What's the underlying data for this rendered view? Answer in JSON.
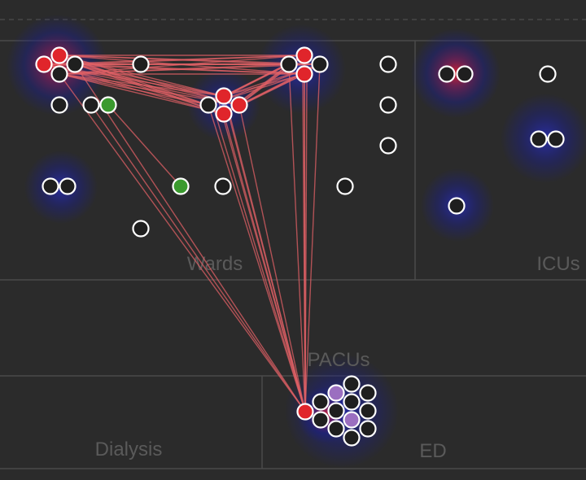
{
  "zones": [
    {
      "id": "wards",
      "label": "Wards"
    },
    {
      "id": "icus",
      "label": "ICUs"
    },
    {
      "id": "pacus",
      "label": "PACUs"
    },
    {
      "id": "dialysis",
      "label": "Dialysis"
    },
    {
      "id": "ed",
      "label": "ED"
    }
  ],
  "colors": {
    "background": "#2b2b2b",
    "zone_line": "#4a4a4a",
    "node_default": "#1f1f1f",
    "node_red": "#e0252b",
    "node_green": "#3a9a2e",
    "node_purple": "#9b6fc0",
    "node_stroke": "#ffffff",
    "edge": "#e06065",
    "glow_blue": "#1b1f8a",
    "glow_red": "#d11b1b"
  },
  "legend_states": [
    "default",
    "red",
    "green",
    "purple"
  ]
}
